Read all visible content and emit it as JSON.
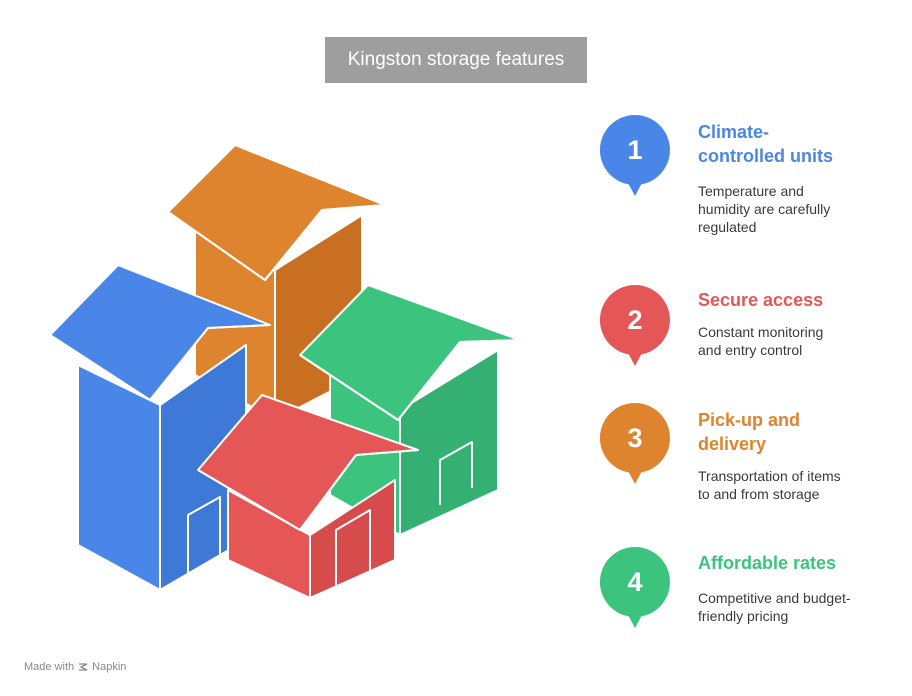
{
  "title": "Kingston storage features",
  "features": [
    {
      "number": "1",
      "title_line1": "Climate-",
      "title_line2": "controlled units",
      "desc_line1": "Temperature and",
      "desc_line2": "humidity are carefully",
      "desc_line3": "regulated",
      "color": "#4a86e8"
    },
    {
      "number": "2",
      "title_line1": "Secure access",
      "desc_line1": "Constant monitoring",
      "desc_line2": "and entry control",
      "color": "#e55656"
    },
    {
      "number": "3",
      "title_line1": "Pick-up and",
      "title_line2": "delivery",
      "desc_line1": "Transportation of items",
      "desc_line2": "to and from storage",
      "color": "#de832e"
    },
    {
      "number": "4",
      "title_line1": "Affordable rates",
      "desc_line1": "Competitive and budget-",
      "desc_line2": "friendly pricing",
      "color": "#3cc47f"
    }
  ],
  "illustration": {
    "buildings": [
      {
        "name": "blue",
        "color": "#4a86e8"
      },
      {
        "name": "orange",
        "color": "#de832e"
      },
      {
        "name": "green",
        "color": "#3cc47f"
      },
      {
        "name": "red",
        "color": "#e55656"
      }
    ]
  },
  "footer": {
    "made_with": "Made with",
    "brand": "Napkin",
    "logo_icon": "napkin-logo-icon"
  }
}
